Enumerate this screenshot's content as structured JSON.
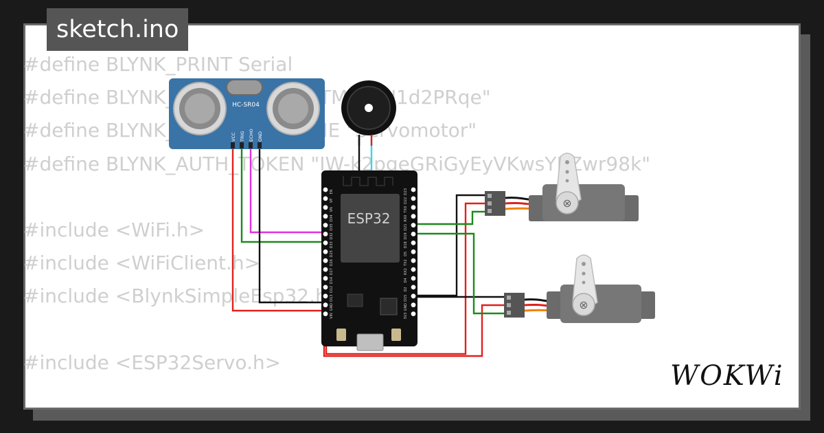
{
  "file_tab": {
    "label": "sketch.ino"
  },
  "code_lines": [
    "#define BLYNK_PRINT Serial",
    "#define BLYNK_TEMPLATE_ID \"TMPL6U1d2PRqe\"",
    "#define BLYNK_TEMPLATE_NAME \"Servomotor\"",
    "#define BLYNK_AUTH_TOKEN \"IW-k2pgeGRiGyEyVKwsYKZwr98k\"",
    "",
    "#include <WiFi.h>",
    "#include <WiFiClient.h>",
    "#include <BlynkSimpleEsp32.h>",
    "",
    "#include <ESP32Servo.h>"
  ],
  "sensor": {
    "model": "HC-SR04",
    "pins": [
      "VCC",
      "TRIG",
      "ECHO",
      "GND"
    ]
  },
  "board": {
    "label": "ESP32",
    "left_pins": [
      "EN",
      "VP",
      "VN",
      "D34",
      "D35",
      "D32",
      "D33",
      "D25",
      "D26",
      "D27",
      "D14",
      "D12",
      "D13",
      "GND",
      "VIN"
    ],
    "right_pins": [
      "D23",
      "D22",
      "TX0",
      "RX0",
      "D21",
      "D19",
      "D18",
      "D5",
      "TX2",
      "RX2",
      "D4",
      "D2",
      "D15",
      "GND",
      "3V3"
    ]
  },
  "brand": {
    "logo": "WOKWi"
  },
  "colors": {
    "wire_red": "#e0201c",
    "wire_black": "#111111",
    "wire_green": "#1a8a1a",
    "wire_magenta": "#e030e0",
    "wire_cyan": "#33d6e6",
    "board": "#111111",
    "sensor_blue": "#3a73a6",
    "servo_gray": "#6b6b6b"
  }
}
